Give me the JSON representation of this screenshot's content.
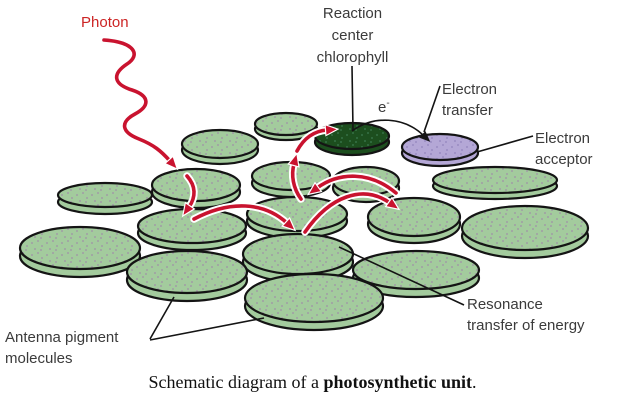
{
  "figure": {
    "photon_label": "Photon",
    "reaction_center_label": "Reaction\ncenter\nchlorophyll",
    "electron_symbol_base": "e",
    "electron_symbol_sup": "-",
    "electron_transfer_label": "Electron\ntransfer",
    "electron_acceptor_label": "Electron\nacceptor",
    "antenna_label": "Antenna pigment\nmolecules",
    "resonance_label": "Resonance\ntransfer of energy"
  },
  "caption": {
    "prefix": "Schematic diagram of a ",
    "bold_text": "photosynthetic unit",
    "suffix": "."
  },
  "colors": {
    "antenna_disc_green": "#a3cb9d",
    "antenna_disc_speckle": "#a08fa8",
    "reaction_center_green": "#1c4e1e",
    "reaction_center_speckle": "#3c7a50",
    "acceptor_purple": "#b4a7d6",
    "acceptor_speckle": "#9184bd",
    "arrow_red": "#c9132f",
    "photon_text_red": "#cc2424",
    "label_text_gray": "#3b3b3b",
    "outline_black": "#141414"
  }
}
